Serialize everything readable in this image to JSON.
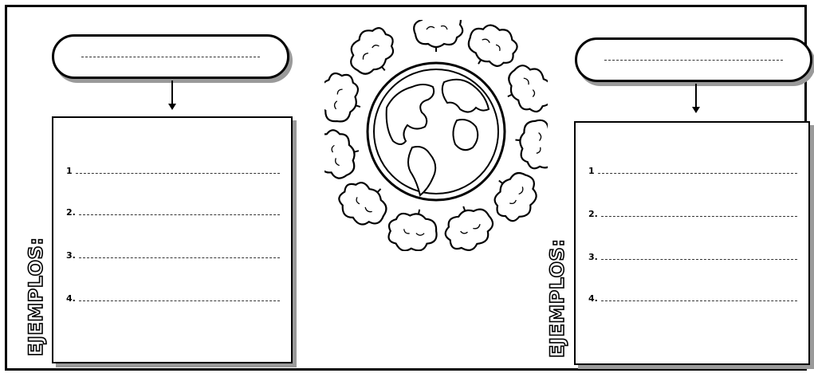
{
  "left_panel": {
    "label": "EJEMPLOS:",
    "items": [
      {
        "number": "1"
      },
      {
        "number": "2."
      },
      {
        "number": "3."
      },
      {
        "number": "4."
      }
    ]
  },
  "right_panel": {
    "label": "EJEMPLOS:",
    "items": [
      {
        "number": "1"
      },
      {
        "number": "2."
      },
      {
        "number": "3."
      },
      {
        "number": "4."
      }
    ]
  },
  "illustration": {
    "icon": "earth-with-trees-icon"
  }
}
